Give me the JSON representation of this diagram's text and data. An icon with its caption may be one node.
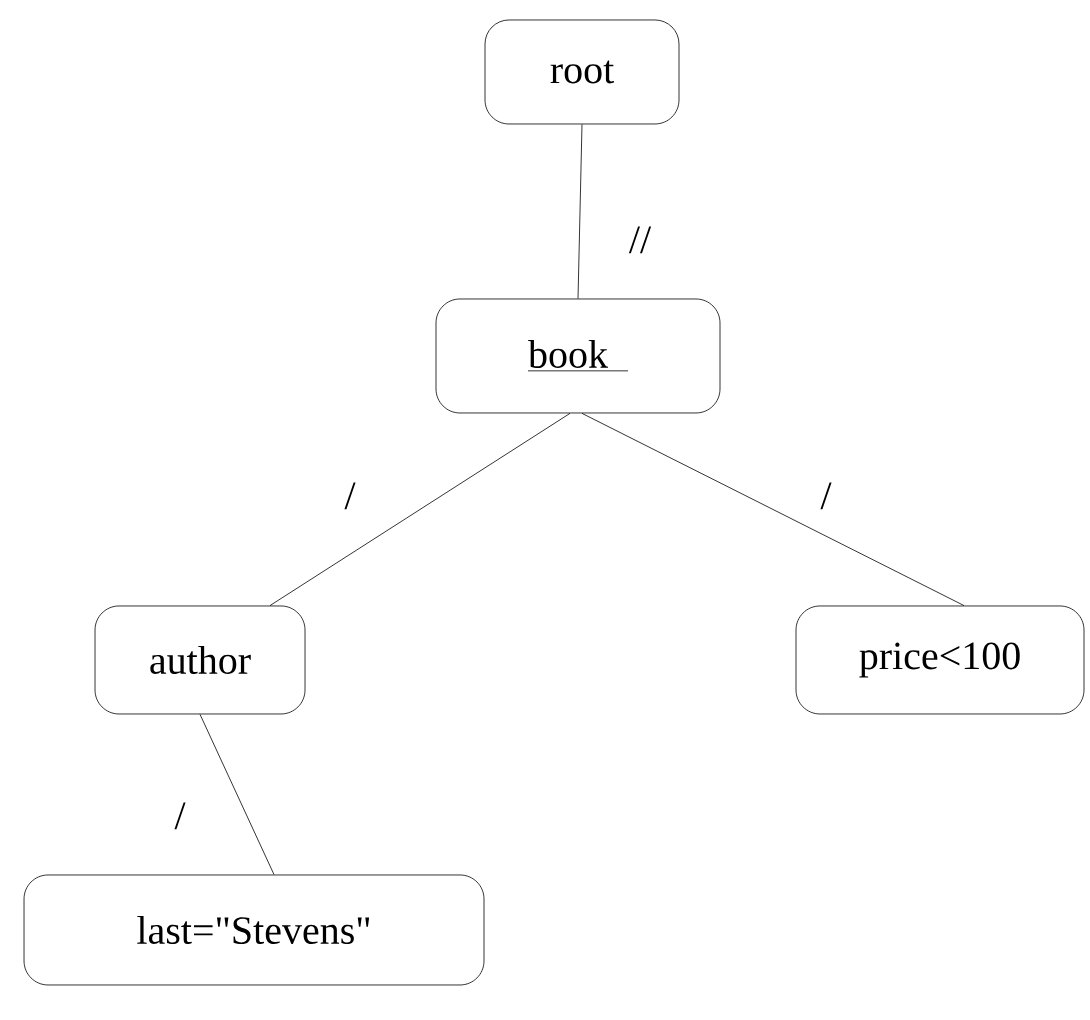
{
  "diagram": {
    "nodes": [
      {
        "text": [
          "root"
        ]
      },
      {
        "text": [
          "book"
        ]
      },
      {
        "text": [
          "author"
        ]
      },
      {
        "text": [
          "price<100"
        ]
      },
      {
        "text": [
          "last=\"Stevens\""
        ]
      }
    ],
    "edges": [
      {
        "from": 0,
        "to": 1,
        "arrow": "none",
        "label": "//"
      },
      {
        "from": 1,
        "to": 2,
        "arrow": "none",
        "label": "/"
      },
      {
        "from": 1,
        "to": 3,
        "arrow": "none",
        "label": "/"
      },
      {
        "from": 2,
        "to": 4,
        "arrow": "none",
        "label": "/"
      }
    ]
  }
}
